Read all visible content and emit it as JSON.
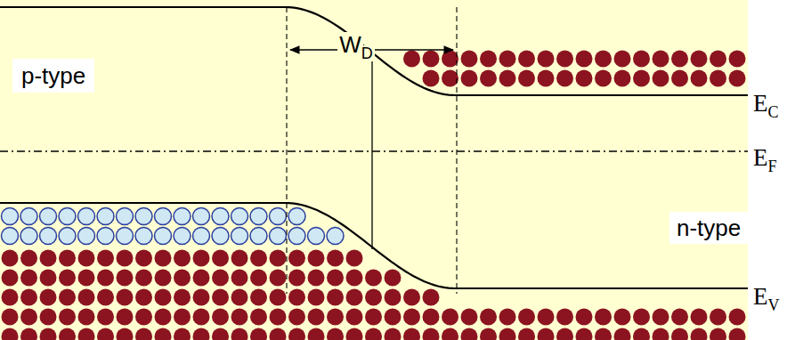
{
  "diagram": {
    "labels": [
      "p-type",
      "n-type",
      "W",
      "D",
      "E",
      "C",
      "E",
      "F",
      "E",
      "V"
    ]
  }
}
